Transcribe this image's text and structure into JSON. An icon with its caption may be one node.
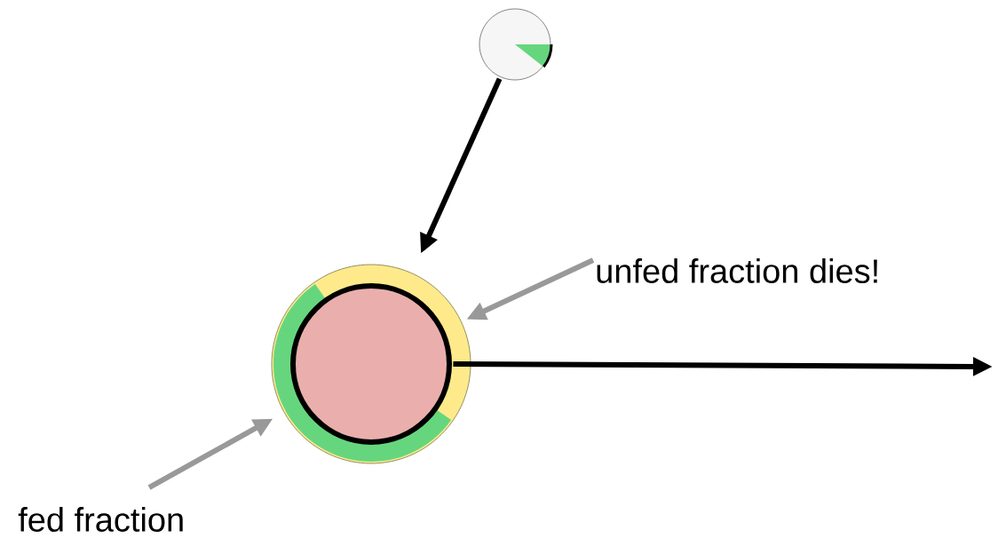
{
  "diagram": {
    "nodes": [
      {
        "text": [],
        "shape": "circle"
      },
      {
        "text": [],
        "shape": "circle"
      },
      {
        "text": [
          "unfed fraction dies!"
        ]
      },
      {
        "text": [
          "fed fraction"
        ]
      }
    ],
    "edges": [
      {
        "from": 0,
        "to": 1,
        "arrow": "to"
      },
      {
        "from": 1,
        "to": null,
        "arrow": "to"
      },
      {
        "from": 2,
        "to": 1,
        "arrow": "to",
        "color": "#999999"
      },
      {
        "from": 3,
        "to": 1,
        "arrow": "to",
        "color": "#999999"
      }
    ]
  }
}
